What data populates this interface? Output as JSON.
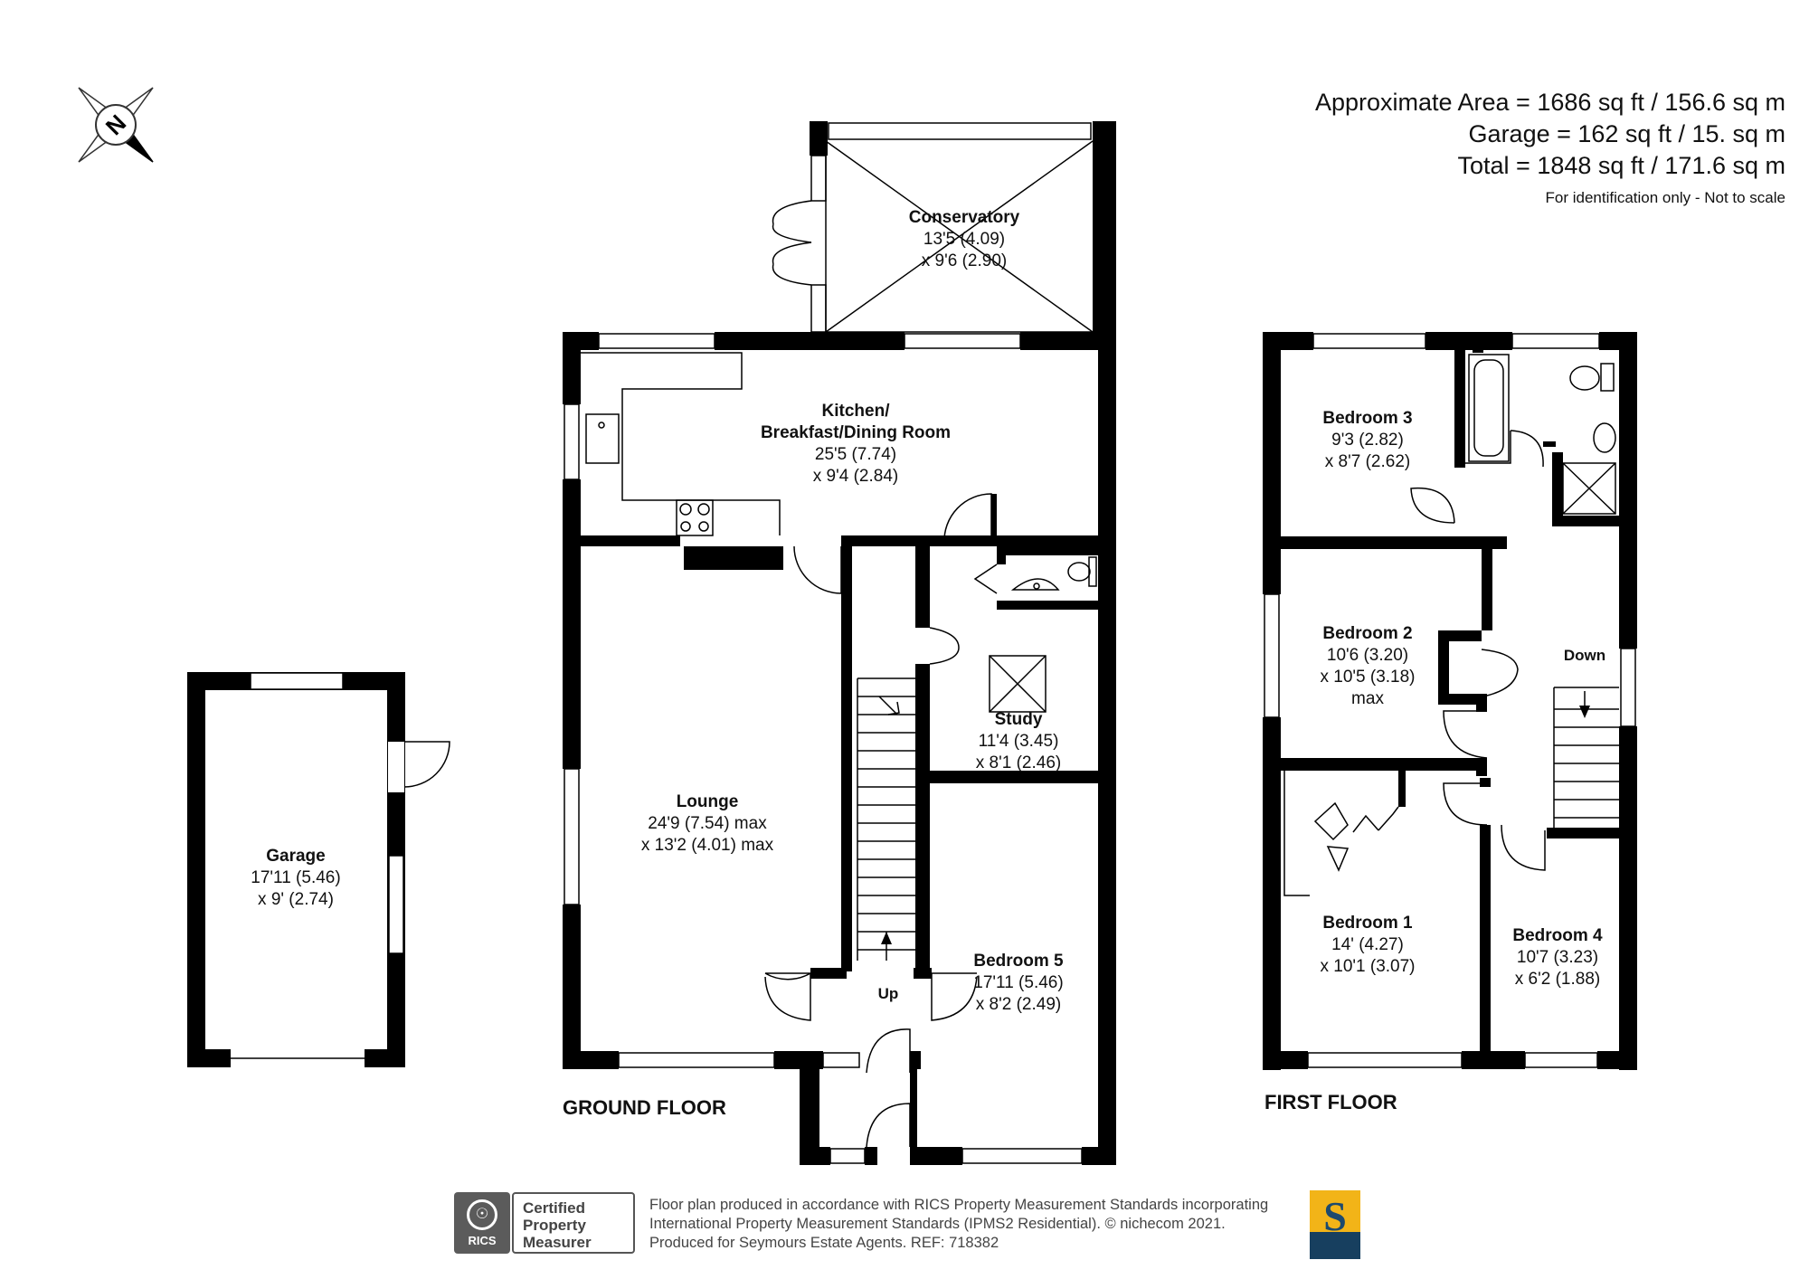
{
  "area": {
    "approx": "Approximate Area = 1686 sq ft / 156.6 sq m",
    "garage": "Garage = 162 sq ft / 15. sq m",
    "total": "Total = 1848 sq ft / 171.6 sq m",
    "note": "For identification only - Not to scale"
  },
  "compass": {
    "letter": "N"
  },
  "floors": {
    "ground": "GROUND FLOOR",
    "first": "FIRST FLOOR"
  },
  "rooms": {
    "conservatory": {
      "name": "Conservatory",
      "dim1": "13'5 (4.09)",
      "dim2": "x 9'6 (2.90)"
    },
    "kitchen": {
      "name1": "Kitchen/",
      "name2": "Breakfast/Dining Room",
      "dim1": "25'5 (7.74)",
      "dim2": "x 9'4 (2.84)"
    },
    "lounge": {
      "name": "Lounge",
      "dim1": "24'9 (7.54) max",
      "dim2": "x 13'2 (4.01) max"
    },
    "study": {
      "name": "Study",
      "dim1": "11'4 (3.45)",
      "dim2": "x 8'1 (2.46)"
    },
    "bedroom5": {
      "name": "Bedroom 5",
      "dim1": "17'11 (5.46)",
      "dim2": "x 8'2 (2.49)"
    },
    "garage": {
      "name": "Garage",
      "dim1": "17'11 (5.46)",
      "dim2": "x 9' (2.74)"
    },
    "bedroom3": {
      "name": "Bedroom 3",
      "dim1": "9'3 (2.82)",
      "dim2": "x 8'7 (2.62)"
    },
    "bedroom2": {
      "name": "Bedroom 2",
      "dim1": "10'6 (3.20)",
      "dim2": "x 10'5 (3.18)",
      "dim3": "max"
    },
    "bedroom1": {
      "name": "Bedroom 1",
      "dim1": "14' (4.27)",
      "dim2": "x 10'1 (3.07)"
    },
    "bedroom4": {
      "name": "Bedroom 4",
      "dim1": "10'7 (3.23)",
      "dim2": "x 6'2 (1.88)"
    }
  },
  "stairs": {
    "up": "Up",
    "down": "Down"
  },
  "footer": {
    "line1": "Floor plan produced in accordance with RICS Property Measurement Standards incorporating",
    "line2": "International Property Measurement Standards (IPMS2 Residential).   © nichecom 2021.",
    "line3": "Produced for Seymours Estate Agents.    REF:  718382",
    "cert1": "Certified",
    "cert2": "Property",
    "cert3": "Measurer",
    "rics": "RICS",
    "brand_letter": "S"
  },
  "colors": {
    "wall": "#000000",
    "text": "#111111",
    "brand_gold": "#f2b418",
    "brand_navy": "#173f5f"
  }
}
